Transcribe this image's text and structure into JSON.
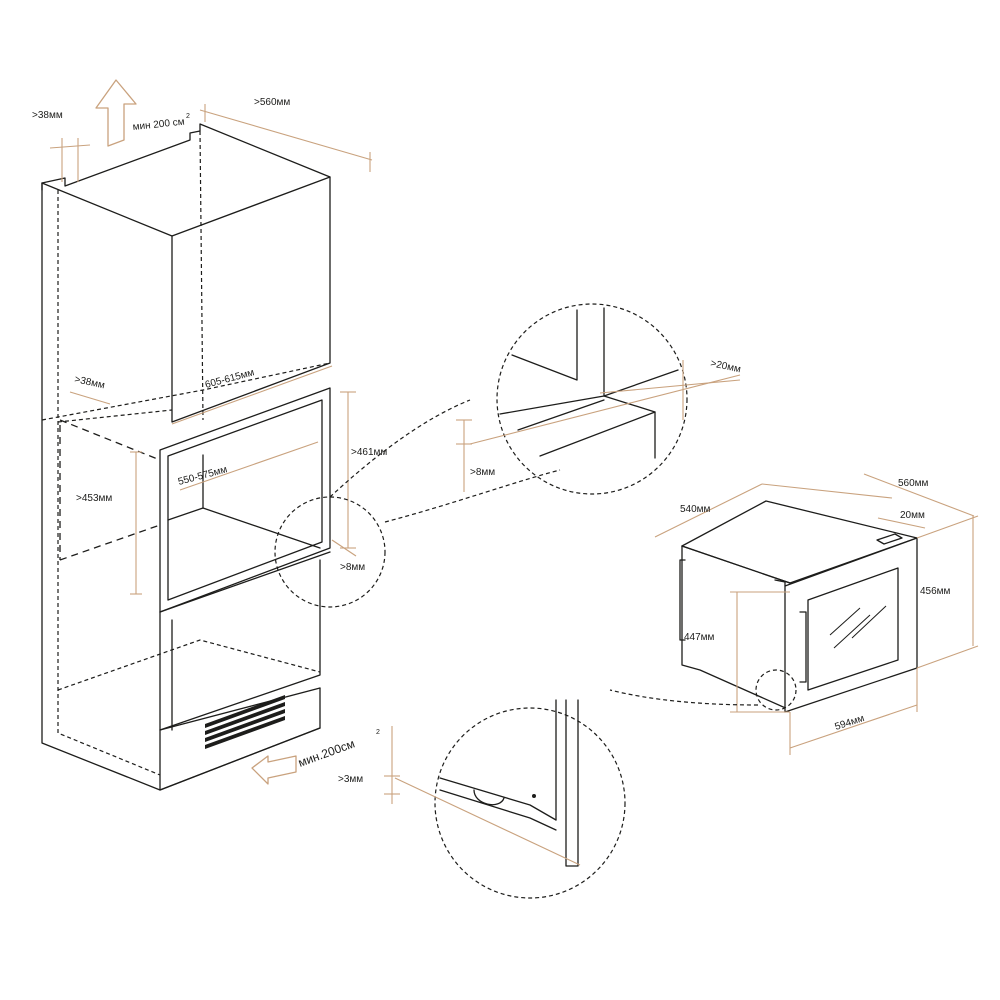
{
  "labels": {
    "cab_top_gap": ">38мм",
    "cab_top_vent": "мин 200 см",
    "cab_top_vent_sup": "2",
    "cab_depth": ">560мм",
    "cab_side_gap": ">38мм",
    "niche_width_outer": "605-615мм",
    "niche_width_inner": "550-575мм",
    "niche_height_outer": ">461мм",
    "niche_height_inner": ">453мм",
    "niche_gap_bottom": ">8мм",
    "cab_bottom_vent": "мин.200см",
    "cab_bottom_vent_sup": "2",
    "detail1_gap_side": ">20мм",
    "detail1_gap_bottom": ">8мм",
    "app_width": "540мм",
    "app_depth": "560мм",
    "app_front_gap": "20мм",
    "app_height": "456мм",
    "app_inner_height": "447мм",
    "app_front_width": "594мм",
    "detail2_gap": ">3мм"
  },
  "icons": {
    "airflow_up": "arrow-up-icon",
    "airflow_in": "arrow-left-icon"
  },
  "colors": {
    "line": "#1d1d1b",
    "dimension": "#c9a27e"
  }
}
